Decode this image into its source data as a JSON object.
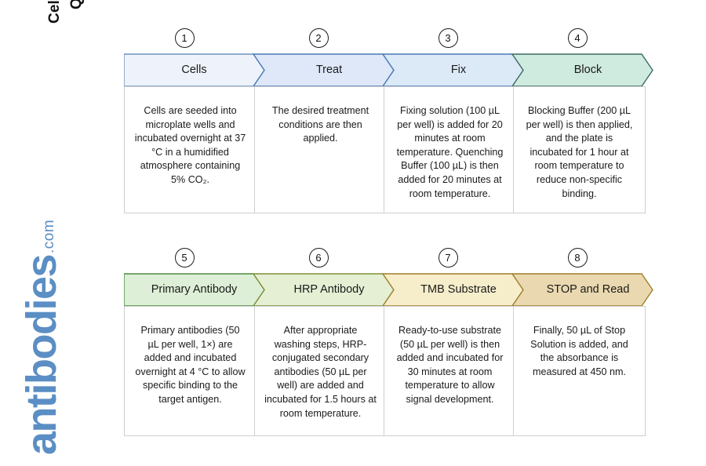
{
  "page": {
    "title_line1": "Cell Based ELISA Kits",
    "title_line2": "Quick Protocol",
    "logo_main": "antibodies",
    "logo_tld": ".com",
    "logo_color": "#5b8ec4"
  },
  "rows": [
    {
      "name": "row-1",
      "steps": [
        {
          "number": "1",
          "label": "Cells",
          "fill": "#eef3fb",
          "stroke": "#6e92bd",
          "description": "Cells are seeded into microplate wells and incubated overnight at 37 °C in a humidified atmosphere containing 5% CO₂."
        },
        {
          "number": "2",
          "label": "Treat",
          "fill": "#dee8f8",
          "stroke": "#4a79b8",
          "description": "The desired treatment conditions are then applied."
        },
        {
          "number": "3",
          "label": "Fix",
          "fill": "#dce9f7",
          "stroke": "#4a79b8",
          "description": "Fixing solution (100 µL per well) is added for 20 minutes at room temperature. Quenching Buffer (100 µL) is then added for 20 minutes at room temperature."
        },
        {
          "number": "4",
          "label": "Block",
          "fill": "#cfeade",
          "stroke": "#3f6c63",
          "description": "Blocking Buffer (200 µL per well) is then applied, and the plate is incubated for 1 hour at room temperature to reduce non-specific binding."
        }
      ]
    },
    {
      "name": "row-2",
      "steps": [
        {
          "number": "5",
          "label": "Primary Antibody",
          "fill": "#ddefd6",
          "stroke": "#4e8a3f",
          "description": "Primary antibodies (50 µL per well, 1×) are added and incubated overnight at 4 °C to allow specific binding to the target antigen."
        },
        {
          "number": "6",
          "label": "HRP Antibody",
          "fill": "#e4efd4",
          "stroke": "#7f8f36",
          "description": "After appropriate washing steps, HRP-conjugated secondary antibodies (50 µL per well) are added and incubated for 1.5 hours at room temperature."
        },
        {
          "number": "7",
          "label": "TMB Substrate",
          "fill": "#f6eecb",
          "stroke": "#a07f2b",
          "description": "Ready-to-use substrate (50 µL per well) is then added and incubated for 30 minutes at room temperature to allow signal development."
        },
        {
          "number": "8",
          "label": "STOP and Read",
          "fill": "#ead9b0",
          "stroke": "#a07f2b",
          "description": "Finally, 50 µL of Stop Solution is added, and the absorbance is measured at 450 nm."
        }
      ]
    }
  ]
}
